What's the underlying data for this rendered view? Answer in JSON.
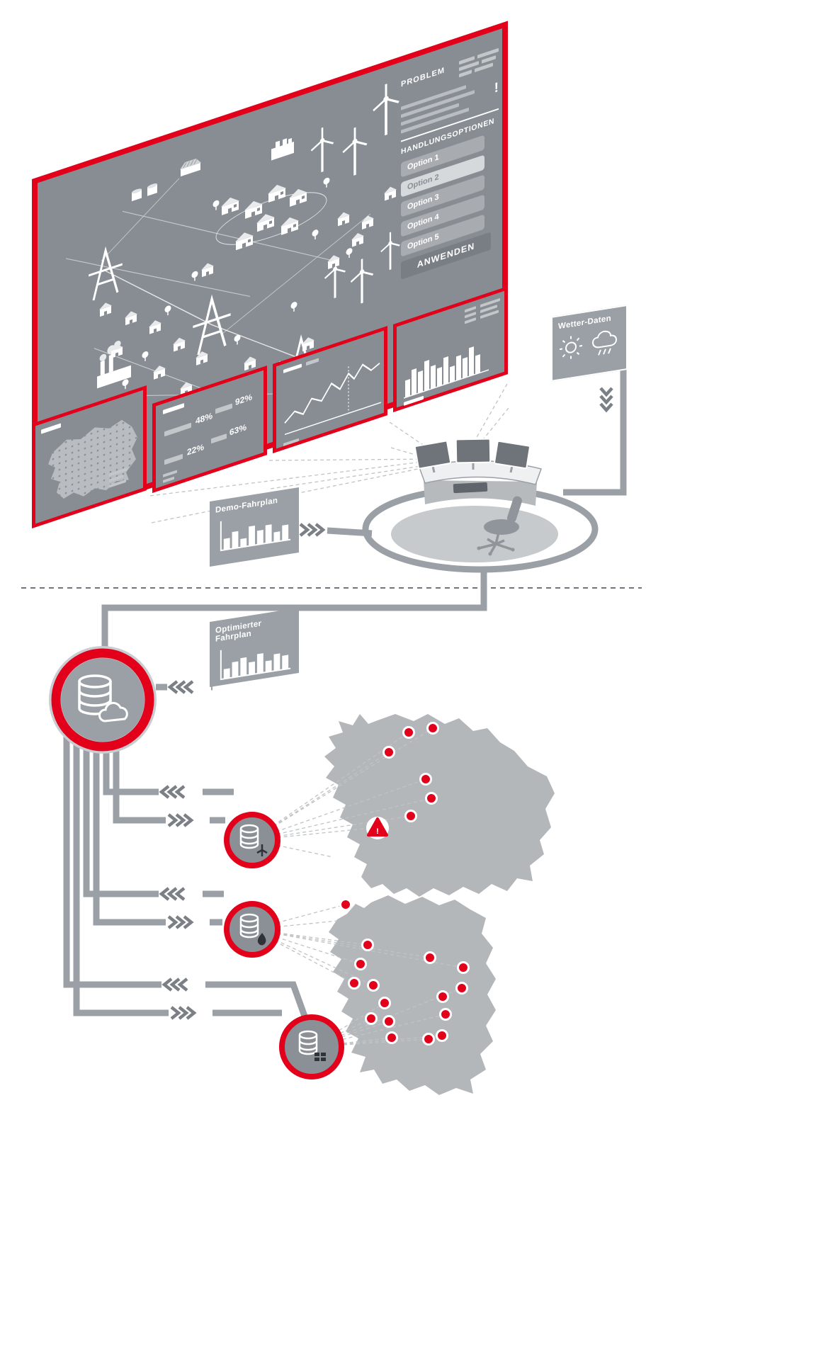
{
  "colors": {
    "red": "#e2001a",
    "screen_gray": "#878d93",
    "connector_gray": "#9aa0a5",
    "map_gray": "#b4b7ba"
  },
  "main_screen": {
    "problem": {
      "title": "PROBLEM",
      "alert": "!"
    },
    "options": {
      "title": "HANDLUNGSOPTIONEN",
      "items": [
        "Option 1",
        "Option 2",
        "Option 3",
        "Option 4",
        "Option 5"
      ],
      "selected": "Option 2",
      "apply_label": "ANWENDEN"
    }
  },
  "status_screen": {
    "percentages": [
      "48%",
      "92%",
      "22%",
      "63%"
    ]
  },
  "weather_panel": {
    "title": "Wetter-Daten"
  },
  "demo_plan_panel": {
    "title": "Demo-Fahrplan"
  },
  "optimized_plan_panel": {
    "title": "Optimierter Fahrplan"
  },
  "region_map": {
    "warning_mark": "!"
  }
}
